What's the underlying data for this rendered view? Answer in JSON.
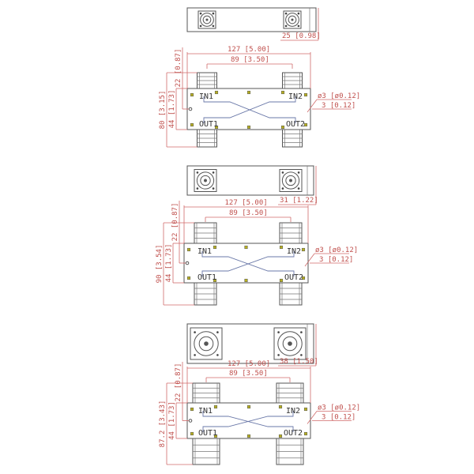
{
  "colors": {
    "dimension": "#c0504d",
    "outline": "#555555",
    "trace": "#6a78a8",
    "screw": "#b8b020"
  },
  "variants": [
    {
      "depth": "25 [0.98]",
      "width": "127 [5.00]",
      "spacing": "89 [3.50]",
      "height": "80 [3.15]",
      "body_height": "44 [1.73]",
      "connector_length": "22 [0.87]",
      "hole": "ø3 [ø0.12]",
      "hole_offset": "3 [0.12]",
      "ports": [
        "IN1",
        "IN2",
        "OUT1",
        "OUT2"
      ]
    },
    {
      "depth": "31 [1.22]",
      "width": "127 [5.00]",
      "spacing": "89 [3.50]",
      "height": "90 [3.54]",
      "body_height": "44 [1.73]",
      "connector_length": "22 [0.87]",
      "hole": "ø3 [ø0.12]",
      "hole_offset": "3 [0.12]",
      "ports": [
        "IN1",
        "IN2",
        "OUT1",
        "OUT2"
      ]
    },
    {
      "depth": "38 [1.50]",
      "width": "127 [5.00]",
      "spacing": "89 [3.50]",
      "height": "87.2 [3.43]",
      "body_height": "44 [1.73]",
      "connector_length": "22 [0.87]",
      "hole": "ø3 [ø0.12]",
      "hole_offset": "3 [0.12]",
      "ports": [
        "IN1",
        "IN2",
        "OUT1",
        "OUT2"
      ]
    }
  ]
}
